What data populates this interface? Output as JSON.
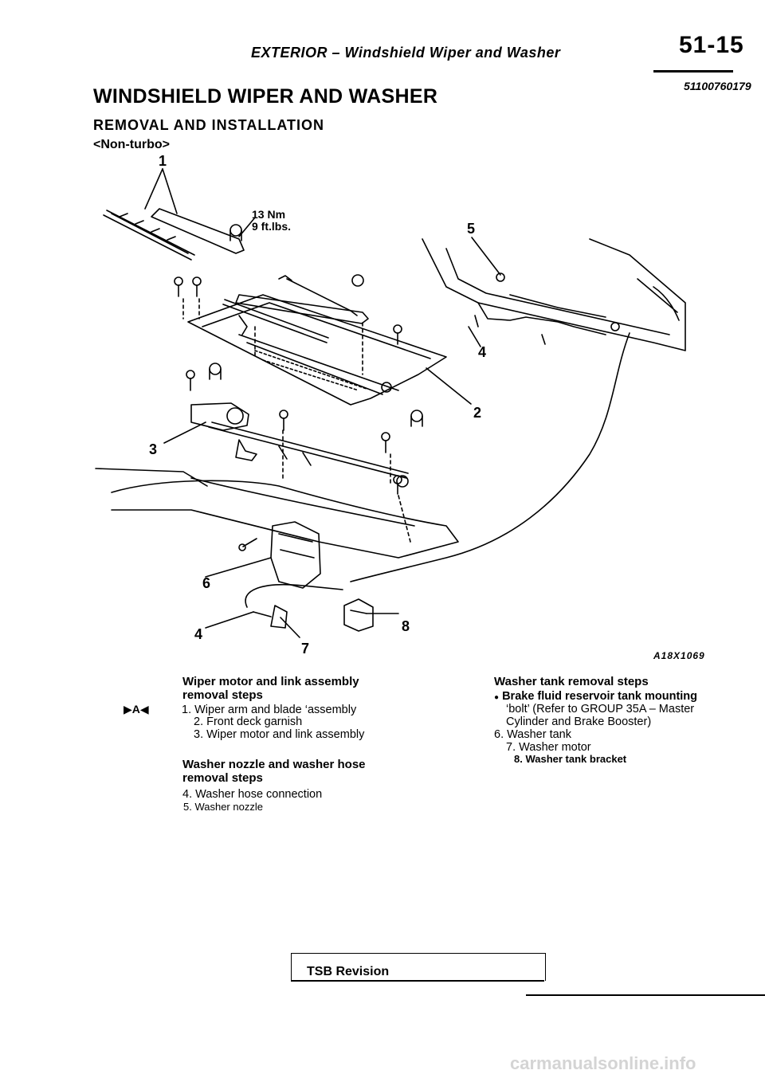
{
  "header": {
    "section_title": "EXTERIOR – Windshield Wiper and Washer",
    "page_number": "51-15"
  },
  "main_title": "WINDSHIELD WIPER AND WASHER",
  "doc_code": "51100760179",
  "subtitle": "REMOVAL AND INSTALLATION",
  "variant": "<Non-turbo>",
  "diagram": {
    "callouts": [
      "1",
      "5",
      "4",
      "2",
      "3",
      "6",
      "4",
      "7",
      "8"
    ],
    "torque_nm": "13 Nm",
    "torque_ftlbs": "9 ft.lbs.",
    "figure_code": "A18X1069"
  },
  "wiper_section": {
    "heading_line1": "Wiper motor and link assembly",
    "heading_line2": "removal steps",
    "marker": "A",
    "steps": [
      "1. Wiper arm and blade ‘assembly",
      "2. Front deck garnish",
      "3. Wiper motor and link assembly"
    ]
  },
  "nozzle_section": {
    "heading_line1": "Washer nozzle and washer hose",
    "heading_line2": "removal steps",
    "steps": [
      "4. Washer hose connection",
      "5. Washer nozzle"
    ]
  },
  "tank_section": {
    "heading": "Washer tank removal steps",
    "bullet": "●",
    "bullet_line1": "Brake fluid reservoir tank mounting",
    "bullet_line2": "‘bolt’ (Refer to GROUP 35A – Master",
    "bullet_line3": "Cylinder and Brake Booster)",
    "steps": [
      "6. Washer tank",
      "7. Washer motor",
      "8. Washer tank bracket"
    ]
  },
  "footer": {
    "tsb_label": "TSB Revision",
    "watermark": "carmanualsonline.info"
  }
}
